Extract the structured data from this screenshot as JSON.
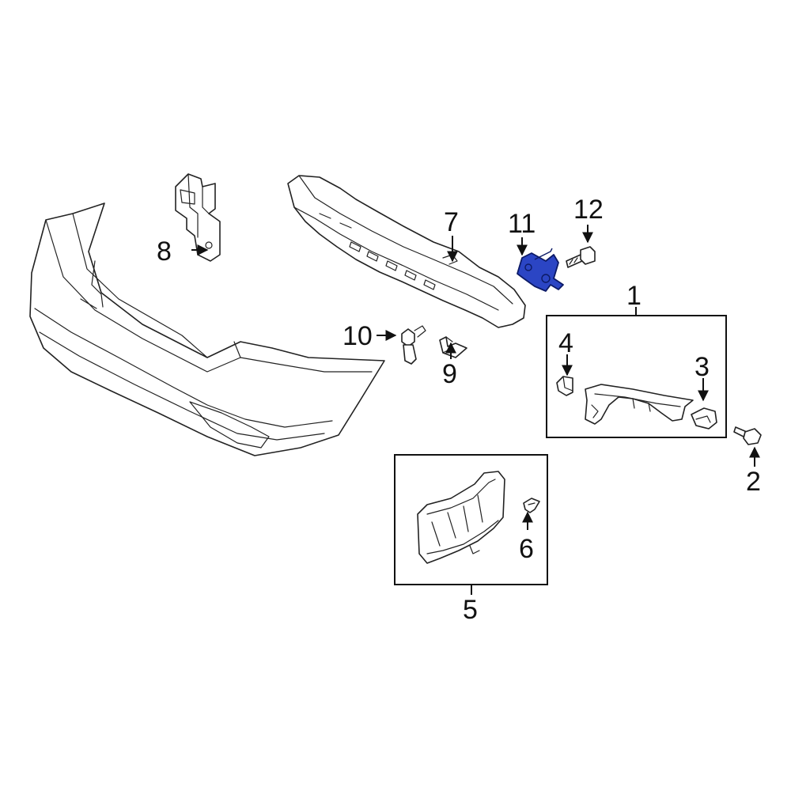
{
  "diagram": {
    "highlight_color": "#2b45c4",
    "callouts": [
      {
        "id": "c1",
        "text": "1"
      },
      {
        "id": "c2",
        "text": "2"
      },
      {
        "id": "c3",
        "text": "3"
      },
      {
        "id": "c4",
        "text": "4"
      },
      {
        "id": "c5",
        "text": "5"
      },
      {
        "id": "c6",
        "text": "6"
      },
      {
        "id": "c7",
        "text": "7"
      },
      {
        "id": "c8",
        "text": "8"
      },
      {
        "id": "c9",
        "text": "9"
      },
      {
        "id": "c10",
        "text": "10"
      },
      {
        "id": "c11",
        "text": "11"
      },
      {
        "id": "c12",
        "text": "12"
      }
    ]
  }
}
